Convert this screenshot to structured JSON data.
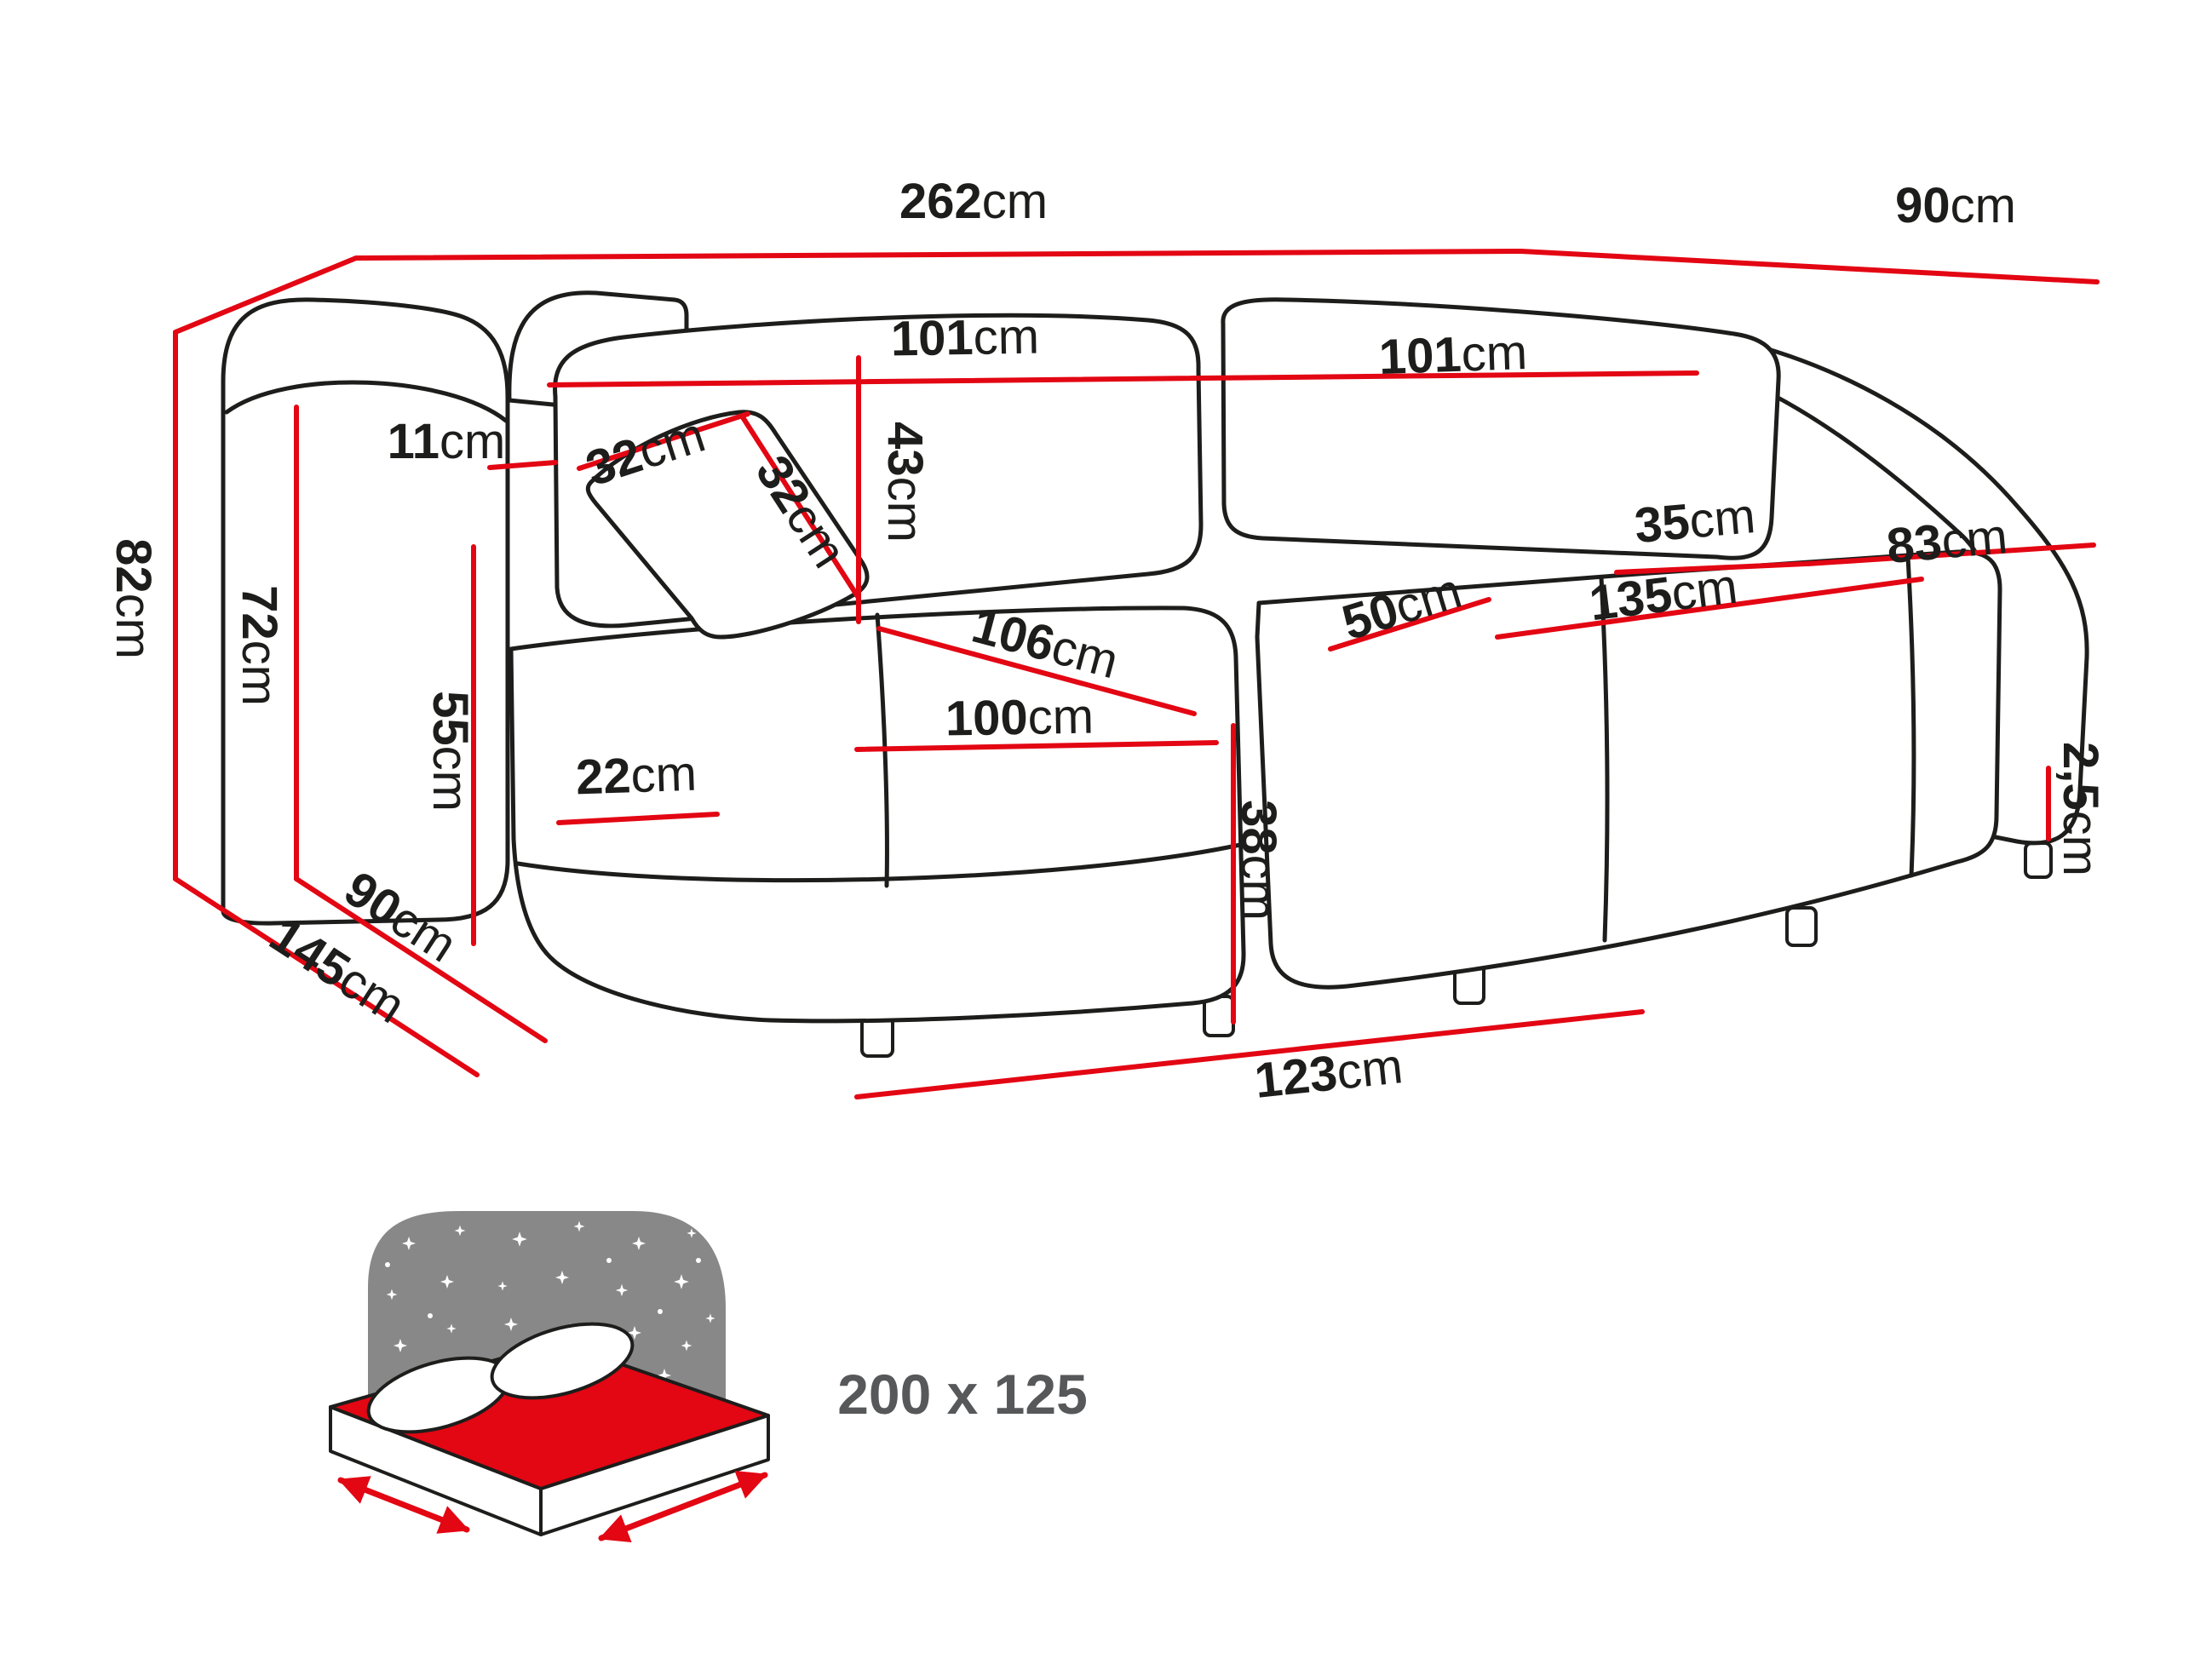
{
  "diagram": {
    "subject": "corner-sofa-dimensions",
    "colors": {
      "dimension_line": "#e30613",
      "outline": "#1d1d1b",
      "icon_gray": "#888888",
      "label_text": "#1d1d1b",
      "sleeping_text": "#57585a"
    }
  },
  "dimensions": {
    "overall_width": {
      "value": "262",
      "unit": "cm"
    },
    "depth_top": {
      "value": "90",
      "unit": "cm"
    },
    "backrest_cushion_left": {
      "value": "101",
      "unit": "cm"
    },
    "backrest_cushion_right": {
      "value": "101",
      "unit": "cm"
    },
    "armrest_top_width": {
      "value": "11",
      "unit": "cm"
    },
    "pillow_width": {
      "value": "32",
      "unit": "cm"
    },
    "pillow_height": {
      "value": "32",
      "unit": "cm"
    },
    "backrest_height": {
      "value": "43",
      "unit": "cm"
    },
    "overall_height": {
      "value": "82",
      "unit": "cm"
    },
    "seat_back_height": {
      "value": "72",
      "unit": "cm"
    },
    "armrest_height": {
      "value": "55",
      "unit": "cm"
    },
    "armrest_width": {
      "value": "22",
      "unit": "cm"
    },
    "back_cushion_35": {
      "value": "35",
      "unit": "cm"
    },
    "side_top_83": {
      "value": "83",
      "unit": "cm"
    },
    "seat_depth_50": {
      "value": "50",
      "unit": "cm"
    },
    "seat_width_135": {
      "value": "135",
      "unit": "cm"
    },
    "chaise_diag_106": {
      "value": "106",
      "unit": "cm"
    },
    "chaise_width_100": {
      "value": "100",
      "unit": "cm"
    },
    "depth_90_bottom": {
      "value": "90",
      "unit": "cm"
    },
    "depth_145": {
      "value": "145",
      "unit": "cm"
    },
    "seat_height_38": {
      "value": "38",
      "unit": "cm"
    },
    "chaise_length_123": {
      "value": "123",
      "unit": "cm"
    },
    "leg_height_2_5": {
      "value": "2,5",
      "unit": "cm"
    },
    "sleeping_area": {
      "value": "200 x 125",
      "unit": ""
    }
  }
}
